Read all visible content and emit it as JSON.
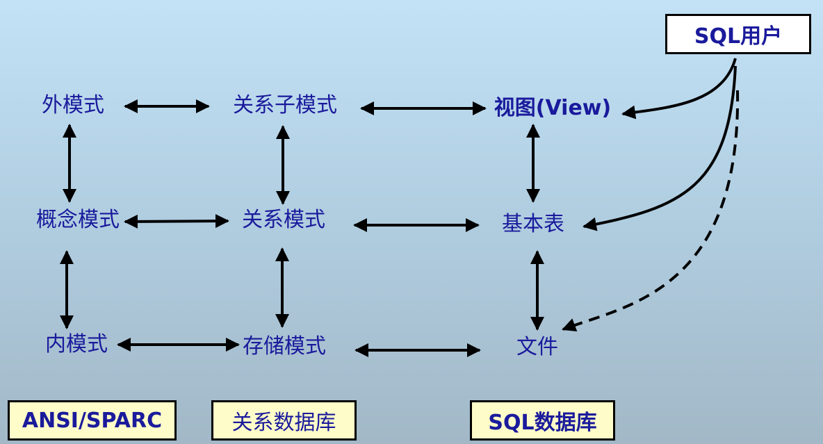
{
  "nodes": {
    "external_schema": "外模式",
    "relational_subschema": "关系子模式",
    "view": "视图(View)",
    "conceptual_schema": "概念模式",
    "relational_schema": "关系模式",
    "base_table": "基本表",
    "internal_schema": "内模式",
    "storage_schema": "存储模式",
    "file": "文件"
  },
  "sql_user": "SQL用户",
  "footer": {
    "ansi_sparc": "ANSI/SPARC",
    "relational_db": "关系数据库",
    "sql_db": "SQL数据库"
  },
  "colors": {
    "text": "#1a1a9c",
    "line": "#000000",
    "label_box_fill": "#fefcc8",
    "user_box_fill": "#ffffff"
  }
}
